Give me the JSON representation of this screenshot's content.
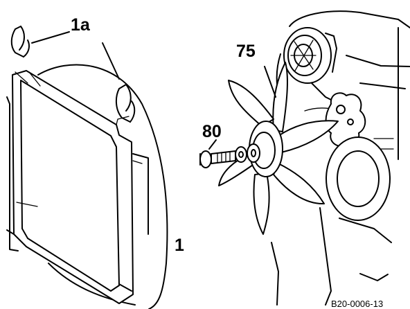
{
  "callouts": {
    "clip": "1a",
    "fan": "75",
    "bolt": "80",
    "shroud": "1"
  },
  "reference_code": "B20-0006-13",
  "colors": {
    "line": "#000000",
    "background": "#ffffff"
  }
}
